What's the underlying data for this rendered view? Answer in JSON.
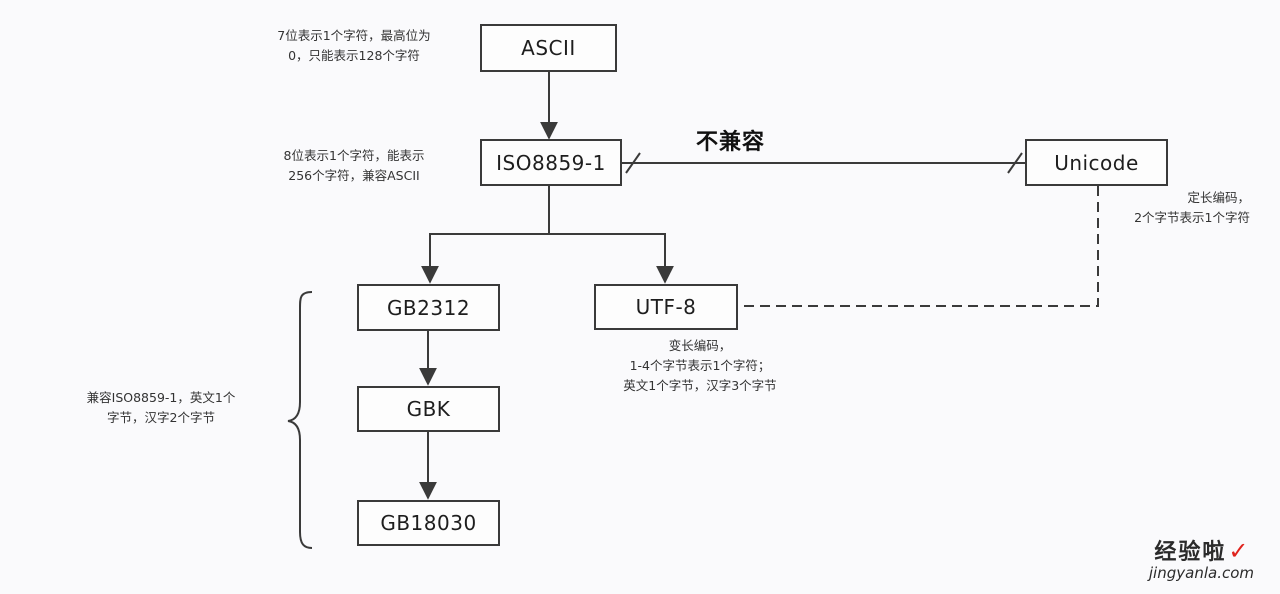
{
  "nodes": {
    "ascii": "ASCII",
    "iso8859": "ISO8859-1",
    "unicode": "Unicode",
    "gb2312": "GB2312",
    "utf8": "UTF-8",
    "gbk": "GBK",
    "gb18030": "GB18030"
  },
  "notes": {
    "ascii": [
      "7位表示1个字符，最高位为",
      "0，只能表示128个字符"
    ],
    "iso8859": [
      "8位表示1个字符，能表示",
      "256个字符，兼容ASCII"
    ],
    "unicode": [
      "定长编码，",
      "2个字节表示1个字符"
    ],
    "utf8": [
      "变长编码，",
      "1-4个字节表示1个字符；",
      "英文1个字节，汉字3个字节"
    ],
    "gb_family": [
      "兼容ISO8859-1，英文1个",
      "字节，汉字2个字节"
    ]
  },
  "incompatible_label": "不兼容",
  "watermark": {
    "text": "经验啦",
    "check": "✓",
    "url": "jingyanla.com"
  }
}
